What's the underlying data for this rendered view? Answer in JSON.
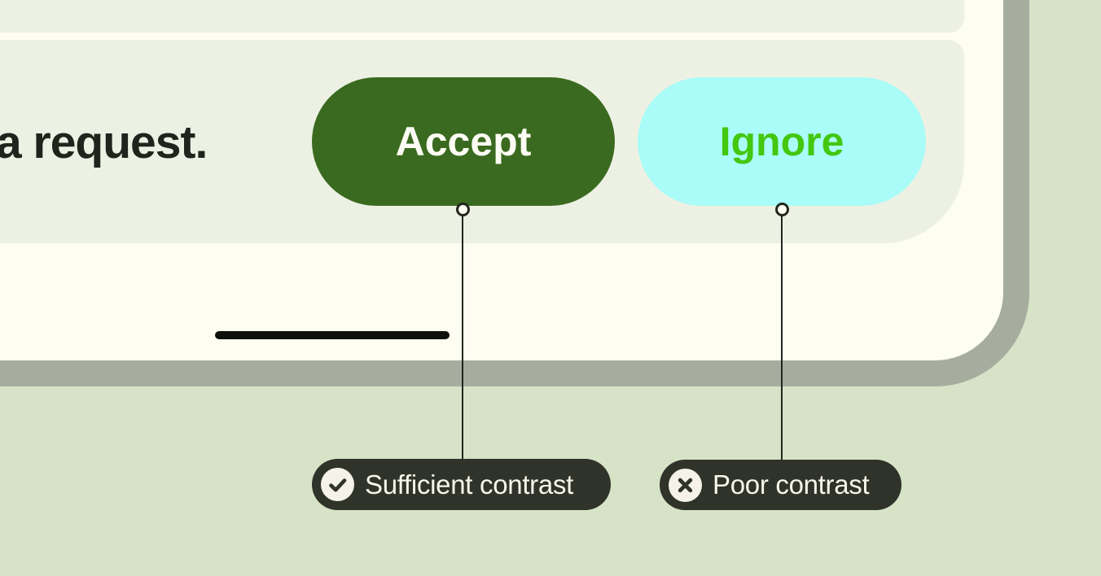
{
  "phone_ui": {
    "message_fragment": "a request.",
    "accept_button": "Accept",
    "ignore_button": "Ignore"
  },
  "annotations": {
    "sufficient": {
      "icon": "check-circle",
      "label": "Sufficient contrast"
    },
    "poor": {
      "icon": "x-circle",
      "label": "Poor contrast"
    }
  },
  "colors": {
    "page_background": "#d7e3c7",
    "device_frame": "#a6ad9e",
    "device_screen": "#fdfdf1",
    "card_surface": "#edf1e4",
    "message_text": "#20241c",
    "accept_button_bg": "#3a6a1f",
    "accept_button_text": "#fcfcf4",
    "ignore_button_bg": "#a9fcf7",
    "ignore_button_text": "#43c70f",
    "callout_bg": "#2f332a",
    "callout_text": "#f6f5ec",
    "connector": "#22261e",
    "handle_bar": "#0d110a"
  }
}
